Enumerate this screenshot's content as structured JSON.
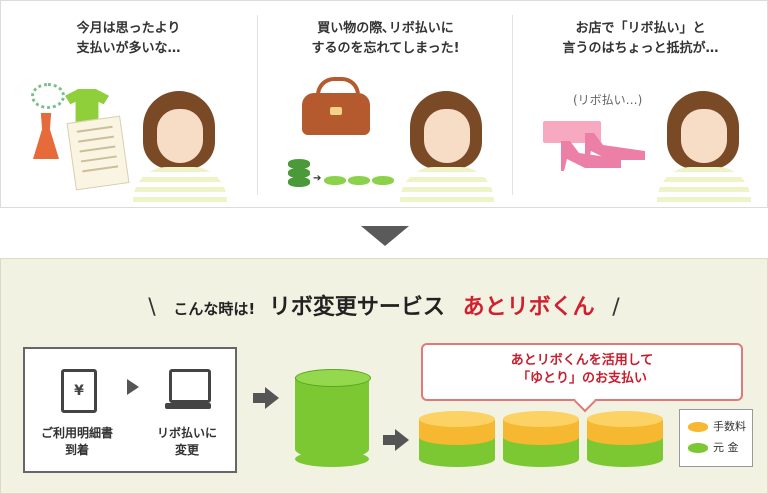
{
  "panels": [
    {
      "caption_line1": "今月は思ったより",
      "caption_line2": "支払いが多いな…"
    },
    {
      "caption_line1": "買い物の際､リボ払いに",
      "caption_line2": "するのを忘れてしまった!"
    },
    {
      "caption_line1": "お店で「リボ払い」と",
      "caption_line2": "言うのはちょっと抵抗が…",
      "thought": "(リボ払い…)"
    }
  ],
  "headline": {
    "lead": "こんな時は!",
    "service": "リボ変更サービス",
    "name": "あとリボくん"
  },
  "flow": {
    "step1_label_line1": "ご利用明細書",
    "step1_label_line2": "到着",
    "step1_icon_glyph": "¥",
    "step2_label_line1": "リボ払いに",
    "step2_label_line2": "変更"
  },
  "bubble": {
    "line1": "あとリボくんを活用して",
    "line2": "「ゆとり」のお支払い"
  },
  "legend": {
    "fee": "手数料",
    "principal": "元 金"
  },
  "colors": {
    "accent_red": "#d0202f",
    "principal_green": "#7cc832",
    "fee_yellow": "#f5b830",
    "background_bottom": "#f2f2e2"
  }
}
